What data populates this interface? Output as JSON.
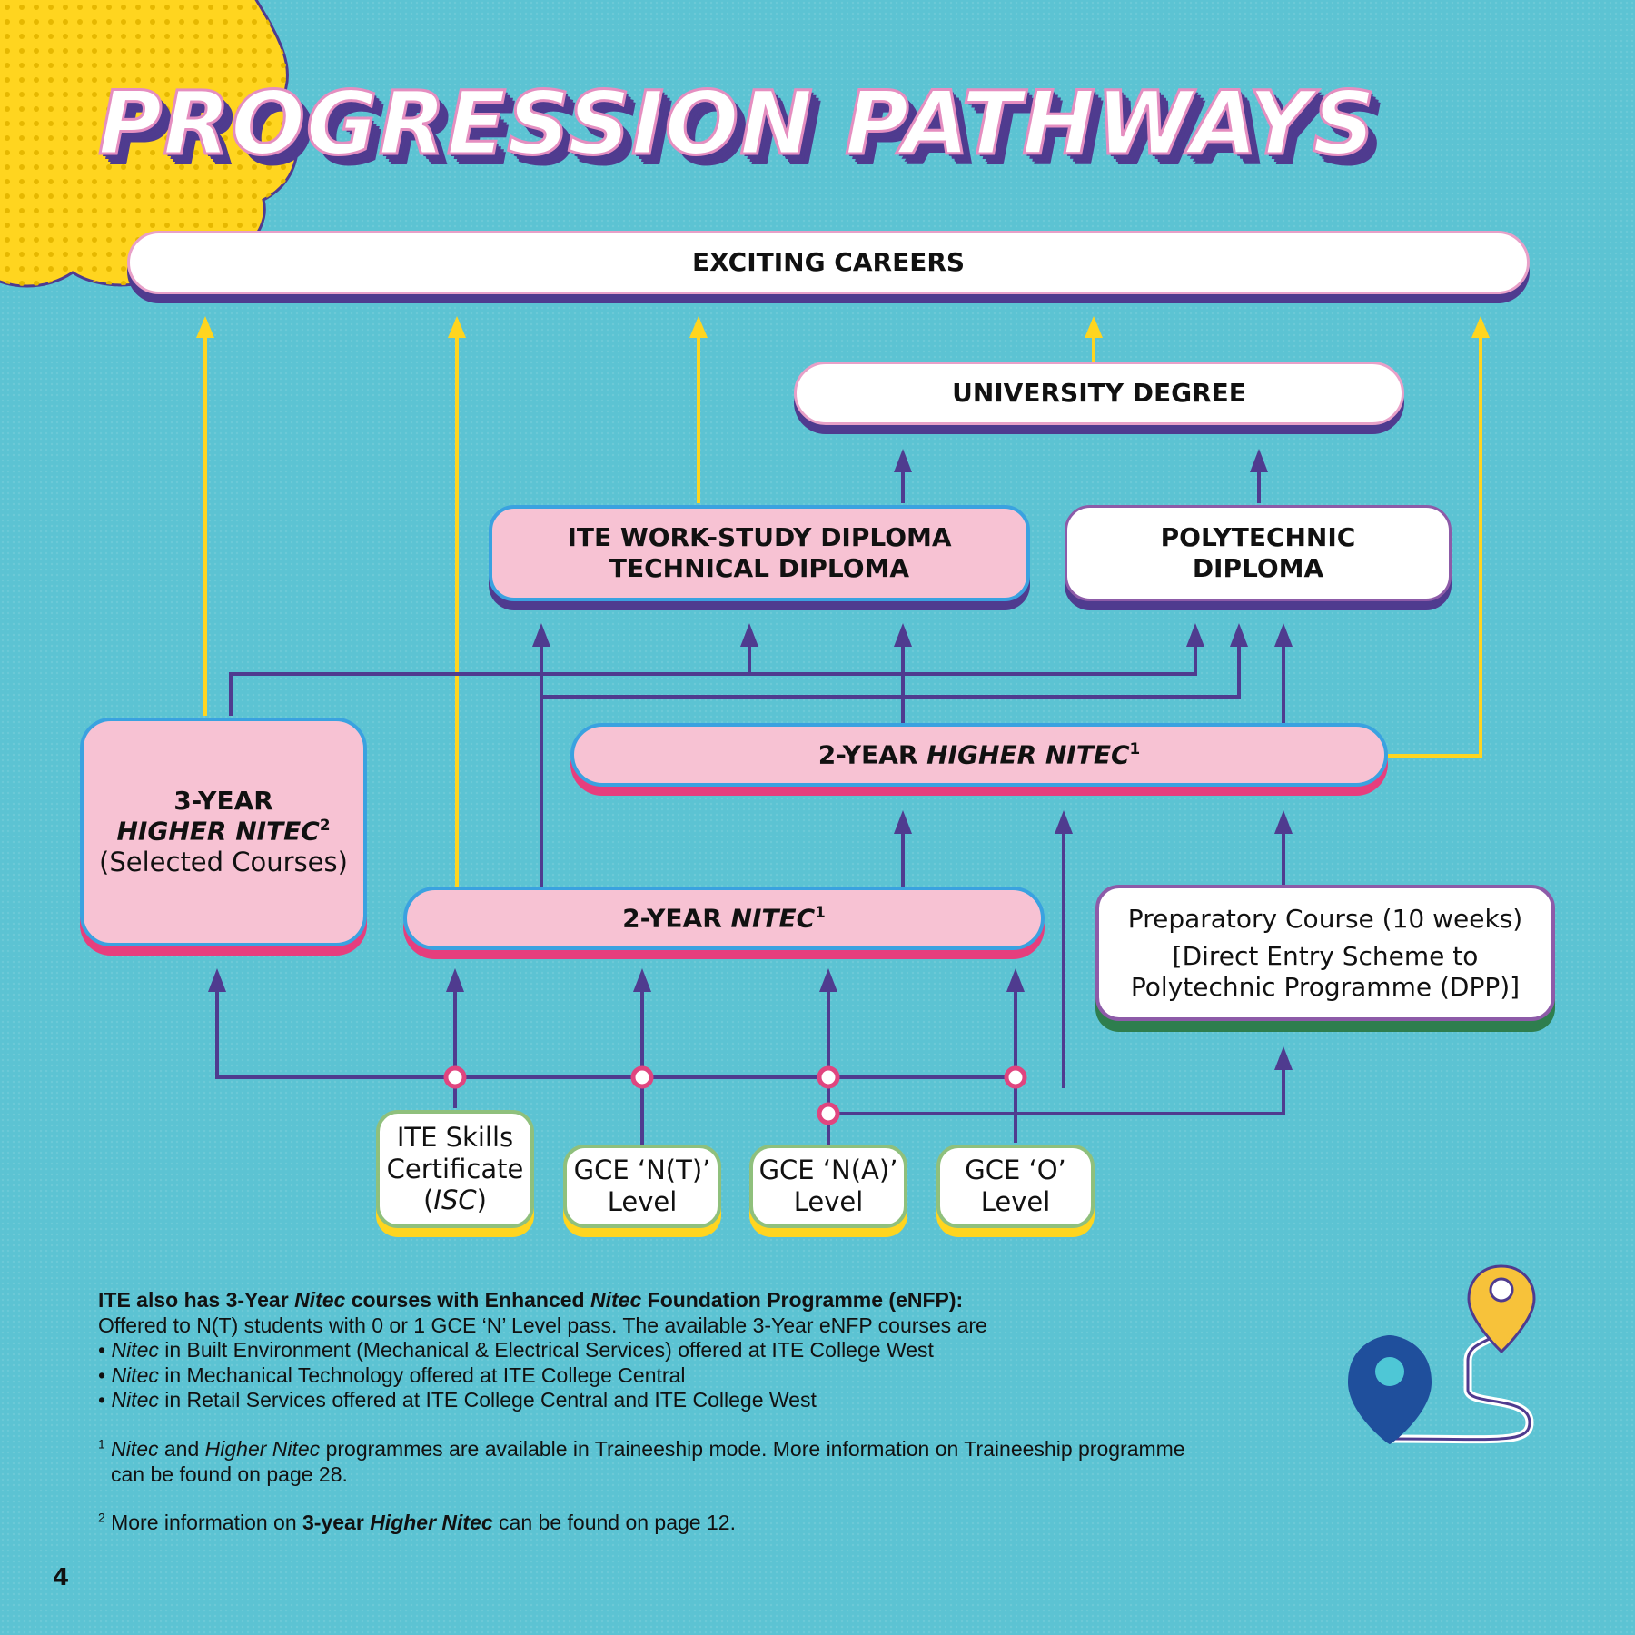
{
  "title": "PROGRESSION PATHWAYS",
  "nodes": {
    "careers": "EXCITING CAREERS",
    "university": "UNIVERSITY DEGREE",
    "wsd_line1": "ITE WORK-STUDY DIPLOMA",
    "wsd_line2": "TECHNICAL DIPLOMA",
    "poly_line1": "POLYTECHNIC",
    "poly_line2": "DIPLOMA",
    "hn3_line1": "3-YEAR",
    "hn3_line2": "HIGHER NITEC",
    "hn3_sup": "2",
    "hn3_line3": "(Selected Courses)",
    "hn2_prefix": "2-YEAR ",
    "hn2_em": "HIGHER NITEC",
    "hn2_sup": "1",
    "nitec_prefix": "2-YEAR ",
    "nitec_em": "NITEC",
    "nitec_sup": "1",
    "prep_line1": "Preparatory Course (10 weeks)",
    "prep_line2": "[Direct Entry Scheme to",
    "prep_line3": "Polytechnic Programme (DPP)]",
    "isc_line1": "ITE Skills",
    "isc_line2": "Certificate",
    "isc_line3_open": "(",
    "isc_line3_em": "ISC",
    "isc_line3_close": ")",
    "nt_line1": "GCE ‘N(T)’",
    "nt_line2": "Level",
    "na_line1": "GCE ‘N(A)’",
    "na_line2": "Level",
    "o_line1": "GCE ‘O’",
    "o_line2": "Level"
  },
  "footer": {
    "enfp_a": "ITE also has 3-Year ",
    "enfp_b": "Nitec",
    "enfp_c": " courses with Enhanced ",
    "enfp_d": "Nitec",
    "enfp_e": " Foundation Programme (eNFP):",
    "offered": "Offered to N(T) students with 0 or 1 GCE ‘N’ Level pass. The available 3-Year eNFP courses are",
    "bullets": [
      {
        "em": "Nitec",
        "text": " in Built Environment (Mechanical & Electrical Services) offered at ITE College West"
      },
      {
        "em": "Nitec",
        "text": " in Mechanical Technology offered at ITE College Central"
      },
      {
        "em": "Nitec",
        "text": " in Retail Services offered at ITE College Central and ITE College West"
      }
    ],
    "note1_num": "1",
    "note1_em1": "Nitec",
    "note1_and": " and ",
    "note1_em2": "Higher Nitec",
    "note1_rest": " programmes are available in Traineeship mode. More information on Traineeship programme",
    "note1_line2": "can be found on page 28.",
    "note2_num": "2",
    "note2_a": "More information on ",
    "note2_b": "3-year ",
    "note2_c": "Higher Nitec",
    "note2_d": " can be found on page 12."
  },
  "page_number": "4",
  "colors": {
    "background": "#5cc3d3",
    "yellow_arrow": "#ffd51f",
    "purple_line": "#4f3b8f",
    "pink_box": "#f7c2d3",
    "junction": "#e0457f"
  },
  "icons": [
    "cloud-burst-icon",
    "map-pin-route-icon"
  ]
}
